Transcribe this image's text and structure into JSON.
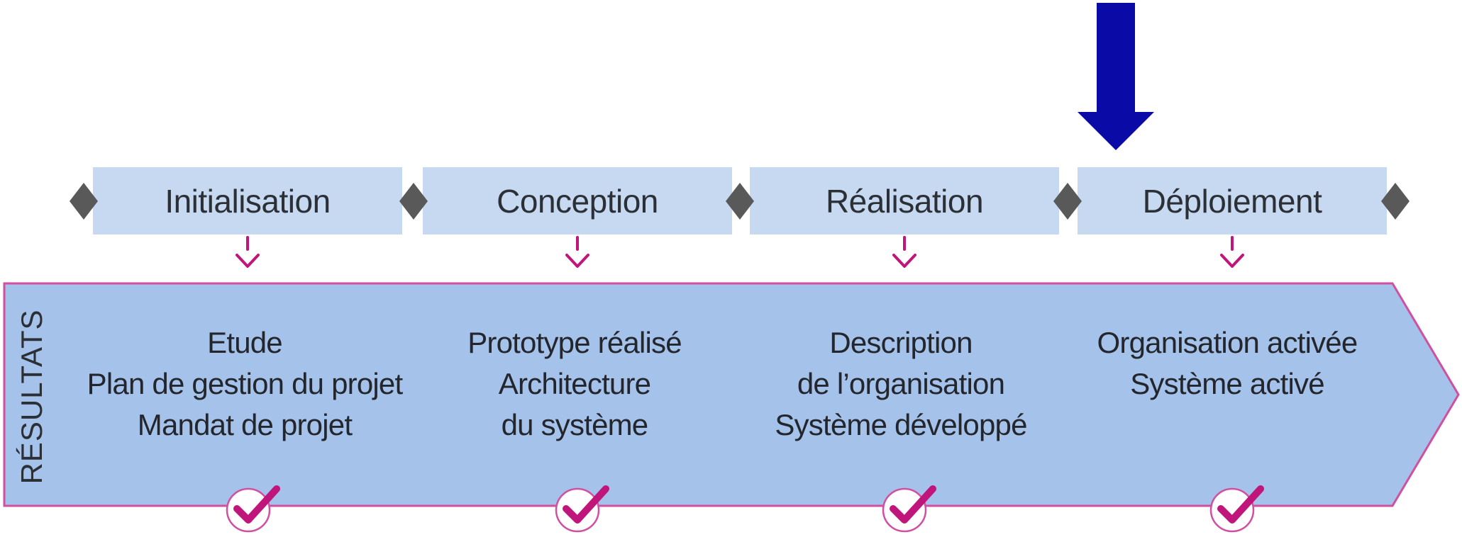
{
  "phases": [
    {
      "label": "Initialisation"
    },
    {
      "label": "Conception"
    },
    {
      "label": "Réalisation"
    },
    {
      "label": "Déploiement"
    }
  ],
  "results_label": "RÉSULTATS",
  "results": [
    {
      "lines": [
        "Etude",
        "Plan de gestion du projet",
        "Mandat de projet"
      ]
    },
    {
      "lines": [
        "Prototype réalisé",
        "Architecture",
        "du système"
      ]
    },
    {
      "lines": [
        "Description",
        "de l’organisation",
        "Système développé"
      ]
    },
    {
      "lines": [
        "Organisation activée",
        "Système activé"
      ]
    }
  ],
  "current_phase_marker": {
    "phase_index": 3,
    "icon": "down-arrow-icon"
  },
  "colors": {
    "phase_box": "#c7d9f1",
    "results_band": "#a5c2ea",
    "band_border": "#d14fa0",
    "diamond": "#595959",
    "check": "#c0157a",
    "arrow": "#0a0aa6",
    "text": "#2b2f36"
  }
}
